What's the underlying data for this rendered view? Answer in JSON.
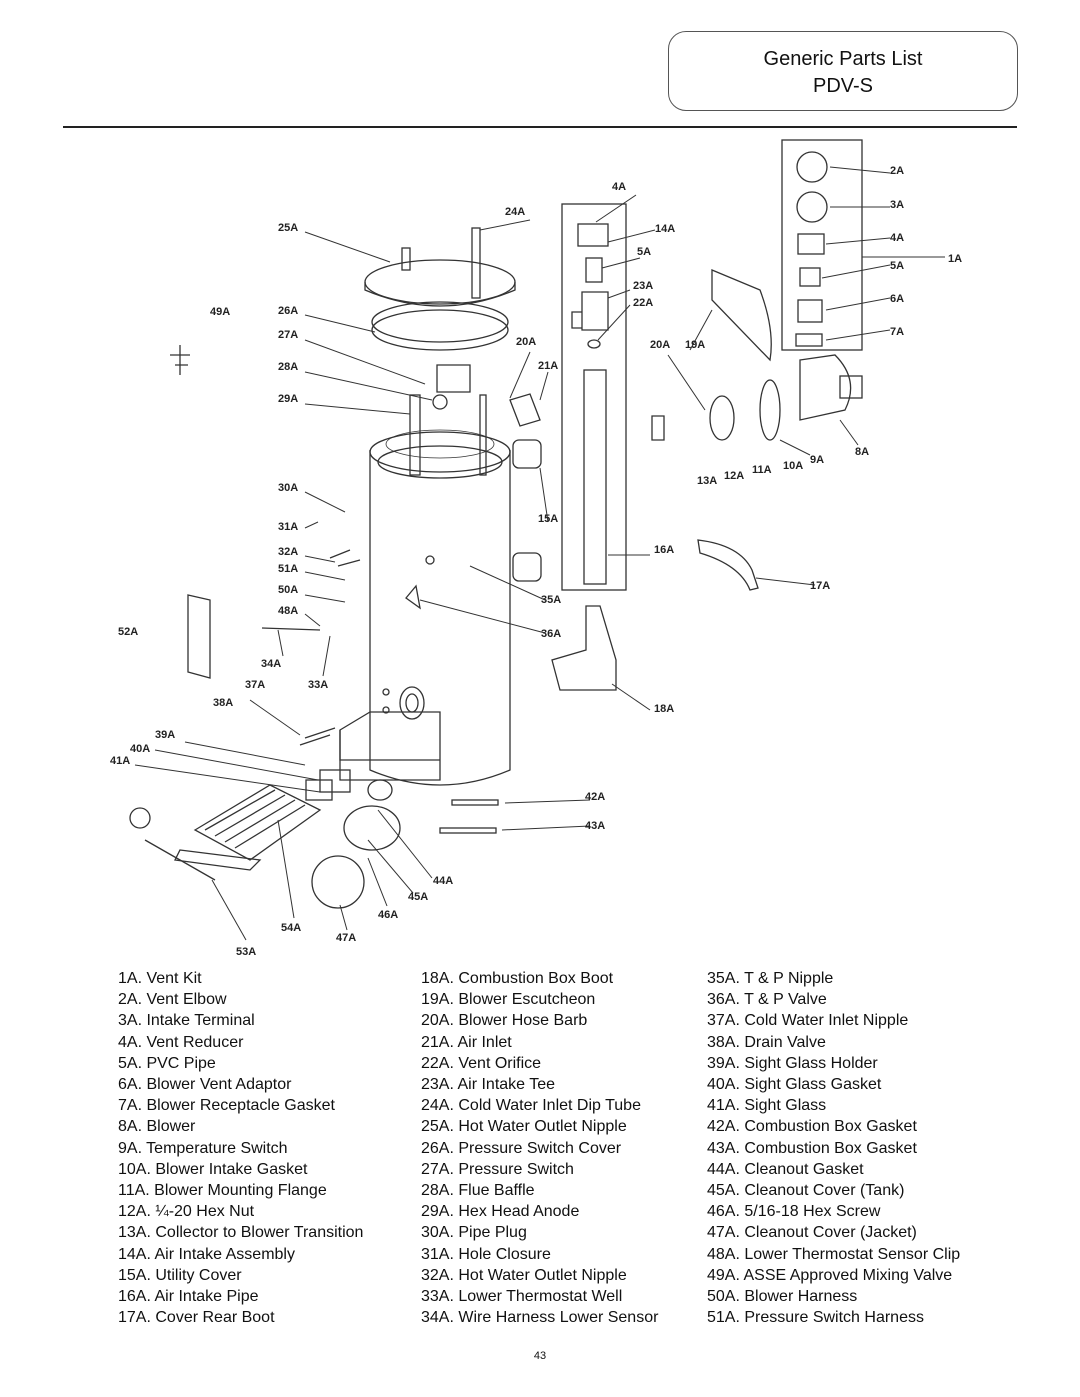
{
  "title": {
    "line1": "Generic Parts List",
    "line2": "PDV-S"
  },
  "callouts": [
    "1A",
    "2A",
    "3A",
    "4A",
    "5A",
    "6A",
    "7A",
    "8A",
    "9A",
    "10A",
    "11A",
    "12A",
    "13A",
    "14A",
    "15A",
    "16A",
    "17A",
    "18A",
    "19A",
    "20A",
    "21A",
    "22A",
    "23A",
    "24A",
    "25A",
    "26A",
    "27A",
    "28A",
    "29A",
    "30A",
    "31A",
    "32A",
    "33A",
    "34A",
    "35A",
    "36A",
    "37A",
    "38A",
    "39A",
    "40A",
    "41A",
    "42A",
    "43A",
    "44A",
    "45A",
    "46A",
    "47A",
    "48A",
    "49A",
    "50A",
    "51A",
    "52A",
    "53A",
    "54A",
    "4A",
    "5A",
    "20A"
  ],
  "parts_col1": [
    "1A. Vent Kit",
    "2A. Vent Elbow",
    "3A. Intake Terminal",
    "4A. Vent Reducer",
    "5A. PVC Pipe",
    "6A. Blower Vent Adaptor",
    "7A. Blower Receptacle Gasket",
    "8A. Blower",
    "9A. Temperature Switch",
    "10A. Blower Intake Gasket",
    "11A. Blower Mounting Flange",
    "12A. ¼-20 Hex Nut",
    "13A. Collector to Blower Transition",
    "14A. Air Intake Assembly",
    "15A. Utility Cover",
    "16A. Air Intake Pipe",
    "17A. Cover Rear Boot"
  ],
  "parts_col2": [
    "18A. Combustion Box Boot",
    "19A. Blower Escutcheon",
    "20A. Blower Hose Barb",
    "21A. Air Inlet",
    "22A. Vent Orifice",
    "23A. Air Intake Tee",
    "24A. Cold Water Inlet Dip Tube",
    "25A. Hot Water Outlet Nipple",
    "26A. Pressure Switch Cover",
    "27A. Pressure Switch",
    "28A. Flue Baffle",
    "29A. Hex Head Anode",
    "30A. Pipe Plug",
    "31A. Hole Closure",
    "32A. Hot Water Outlet Nipple",
    "33A. Lower Thermostat Well",
    "34A. Wire Harness Lower Sensor"
  ],
  "parts_col3": [
    "35A. T & P Nipple",
    "36A. T & P Valve",
    "37A. Cold Water Inlet Nipple",
    "38A. Drain Valve",
    "39A. Sight Glass Holder",
    "40A. Sight Glass Gasket",
    "41A. Sight Glass",
    "42A. Combustion Box Gasket",
    "43A. Combustion Box Gasket",
    "44A. Cleanout Gasket",
    "45A. Cleanout Cover (Tank)",
    "46A. 5/16-18 Hex Screw",
    "47A. Cleanout Cover (Jacket)",
    "48A. Lower Thermostat Sensor Clip",
    "49A. ASSE Approved Mixing Valve",
    "50A. Blower Harness",
    "51A. Pressure Switch Harness"
  ],
  "page_number": "43"
}
